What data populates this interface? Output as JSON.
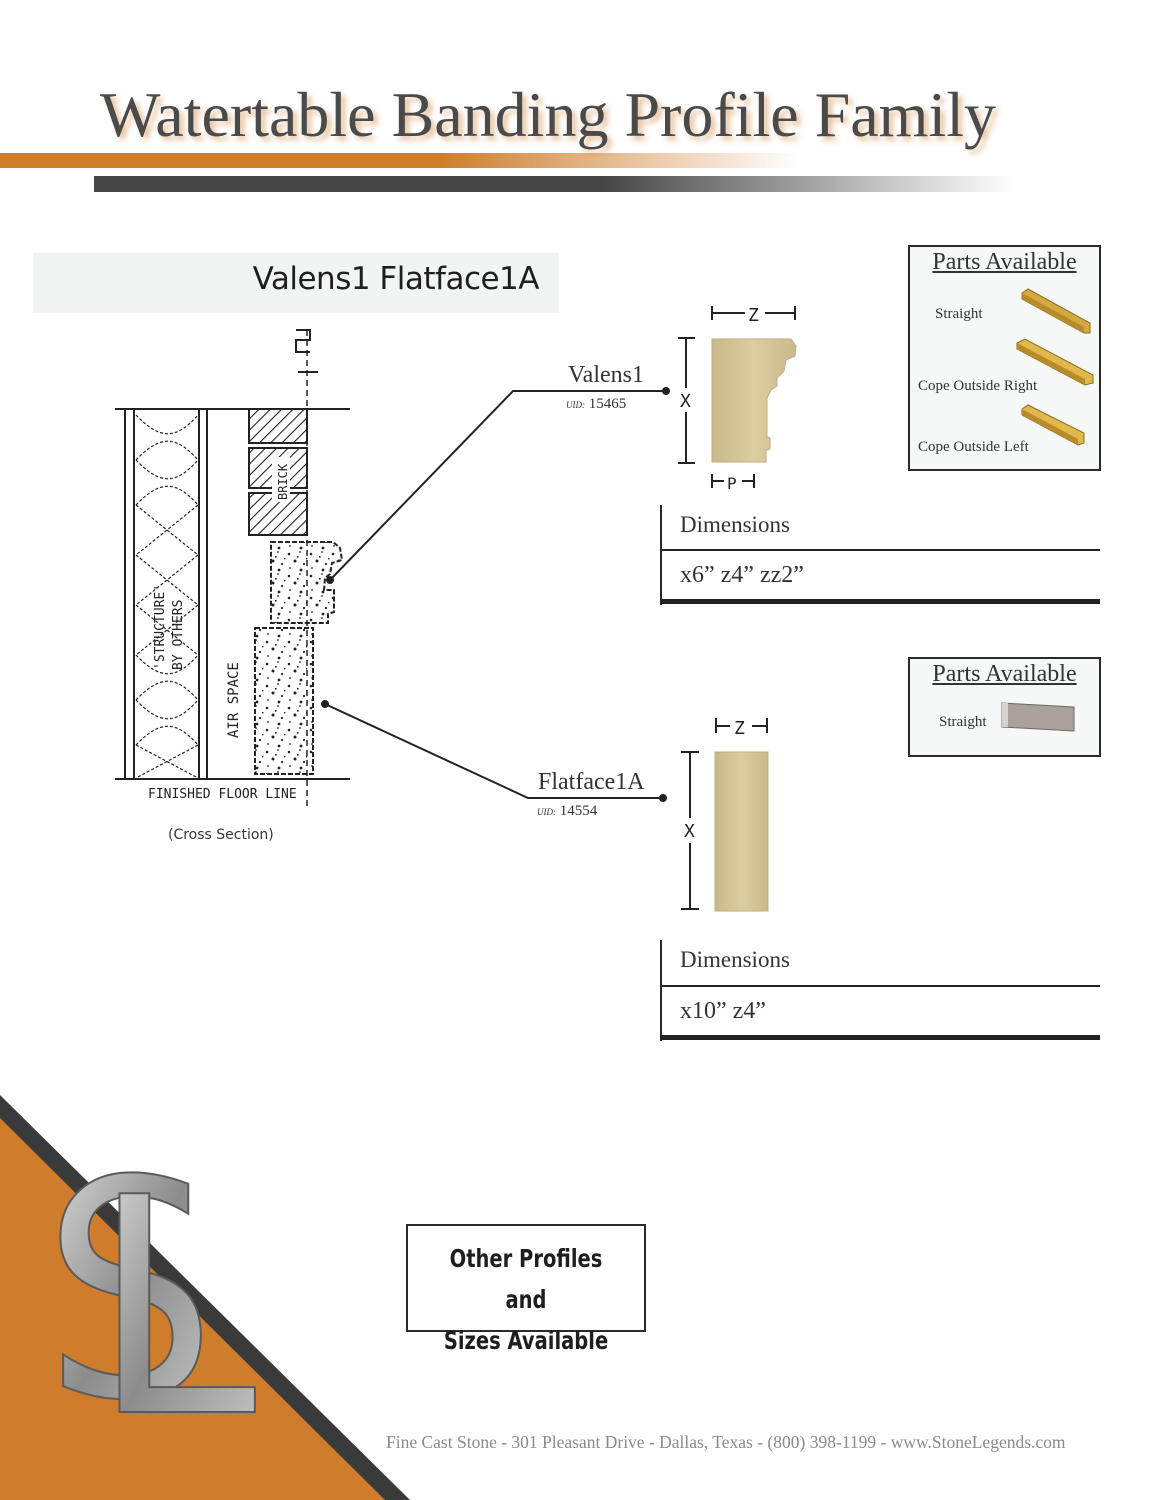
{
  "page": {
    "title": "Watertable Banding Profile Family",
    "section_label": "Valens1 Flatface1A",
    "cross_section_caption": "(Cross Section)",
    "other_profiles": [
      "Other Profiles and",
      "Sizes Available"
    ],
    "footer": "Fine Cast Stone - 301 Pleasant Drive - Dallas, Texas - (800) 398-1199 - www.StoneLegends.com"
  },
  "drawing": {
    "section_marker": "S",
    "labels": {
      "structure": "'STRUCTURE'",
      "by_others": "BY OTHERS",
      "air_space": "AIR SPACE",
      "brick": "BRICK",
      "finished_floor": "FINISHED FLOOR LINE"
    }
  },
  "profiles": [
    {
      "name": "Valens1",
      "uid_label": "UID:",
      "uid": "15465",
      "dim_letters": {
        "z": "Z",
        "x": "X",
        "p": "P"
      },
      "dimensions_heading": "Dimensions",
      "dimensions": "x6” z4” zz2”",
      "parts_title": "Parts Available",
      "parts": [
        "Straight",
        "Cope Outside Right",
        "Cope Outside Left"
      ]
    },
    {
      "name": "Flatface1A",
      "uid_label": "UID:",
      "uid": "14554",
      "dim_letters": {
        "z": "Z",
        "x": "X"
      },
      "dimensions_heading": "Dimensions",
      "dimensions": "x10” z4”",
      "parts_title": "Parts Available",
      "parts": [
        "Straight"
      ]
    }
  ],
  "colors": {
    "orange": "#cf7d2c",
    "stone": "#d6c796",
    "dark_gray": "#454545"
  }
}
